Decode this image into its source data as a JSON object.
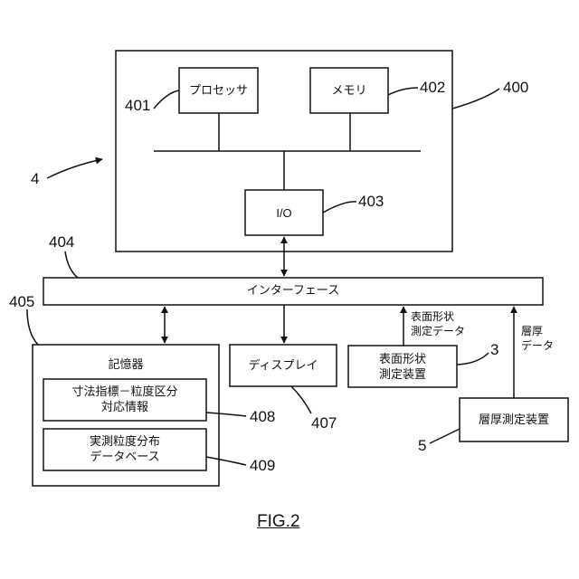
{
  "colors": {
    "ink": "#111111",
    "background": "#ffffff"
  },
  "blocks": {
    "processor": "プロセッサ",
    "memory": "メモリ",
    "io": "I/O",
    "interface": "インターフェース",
    "storage": "記憶器",
    "table408": "寸法指標－粒度区分\n対応情報",
    "dist409": "実測粒度分布\nデータベース",
    "display": "ディスプレイ",
    "surface_device": "表面形状\n測定装置",
    "thickness_device": "層厚測定装置"
  },
  "signals": {
    "surface_data": "表面形状\n測定データ",
    "thickness_data": "層厚\nデータ"
  },
  "refs": {
    "r4": "4",
    "r3": "3",
    "r5": "5",
    "r400": "400",
    "r401": "401",
    "r402": "402",
    "r403": "403",
    "r404": "404",
    "r405": "405",
    "r407": "407",
    "r408": "408",
    "r409": "409"
  },
  "figure_caption": "FIG.2"
}
